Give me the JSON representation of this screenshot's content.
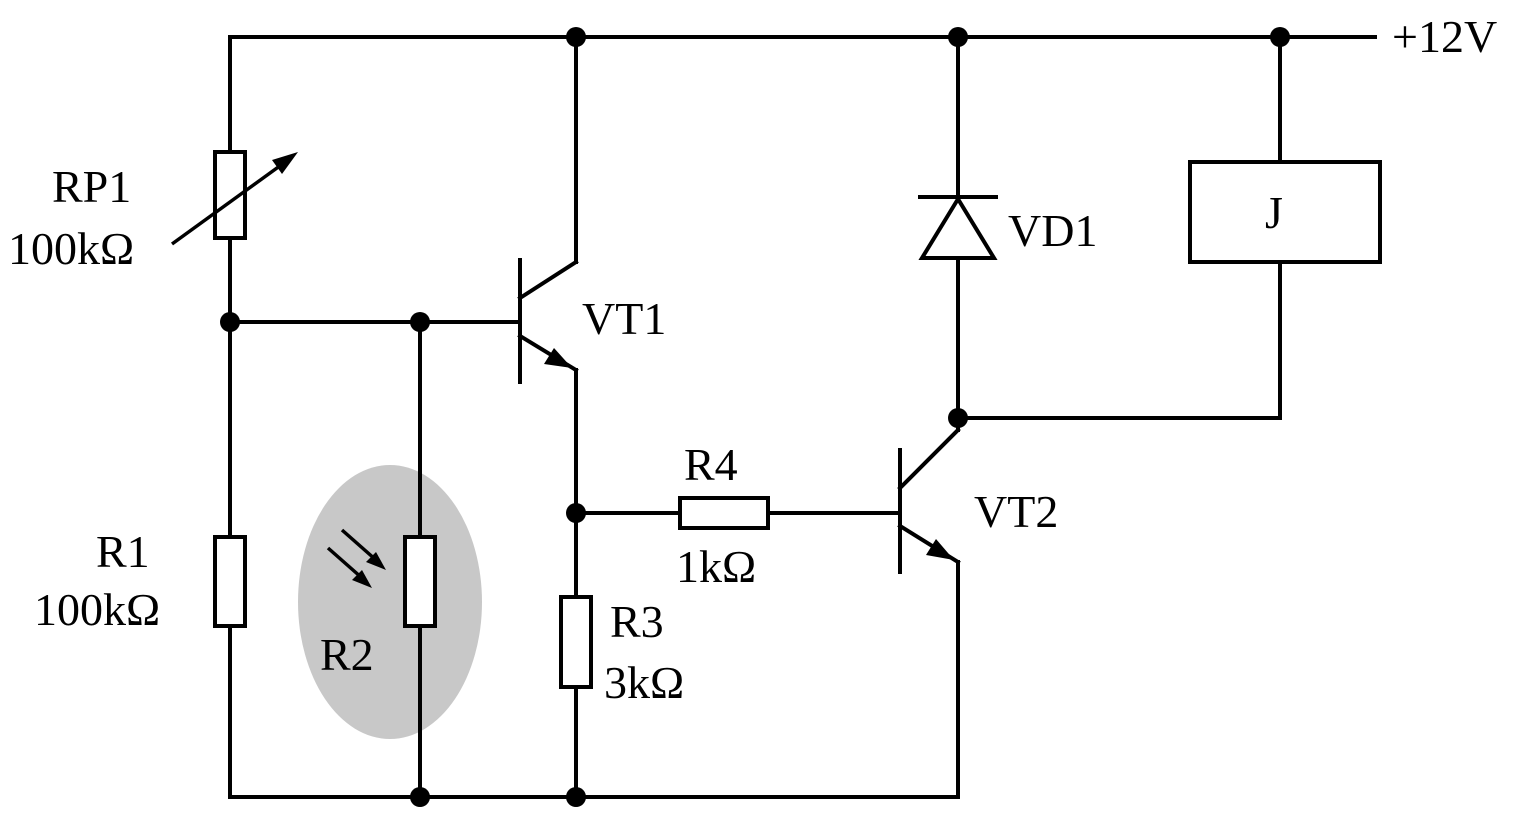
{
  "supply": {
    "label": "+12V"
  },
  "components": {
    "rp1": {
      "name": "RP1",
      "value": "100kΩ"
    },
    "r1": {
      "name": "R1",
      "value": "100kΩ"
    },
    "r2": {
      "name": "R2"
    },
    "r3": {
      "name": "R3",
      "value": "3kΩ"
    },
    "r4": {
      "name": "R4",
      "value": "1kΩ"
    },
    "vt1": {
      "name": "VT1"
    },
    "vt2": {
      "name": "VT2"
    },
    "vd1": {
      "name": "VD1"
    },
    "relay": {
      "name": "J"
    }
  },
  "colors": {
    "wire": "#000000",
    "photo_highlight": "#c8c8c8",
    "background": "#ffffff"
  }
}
